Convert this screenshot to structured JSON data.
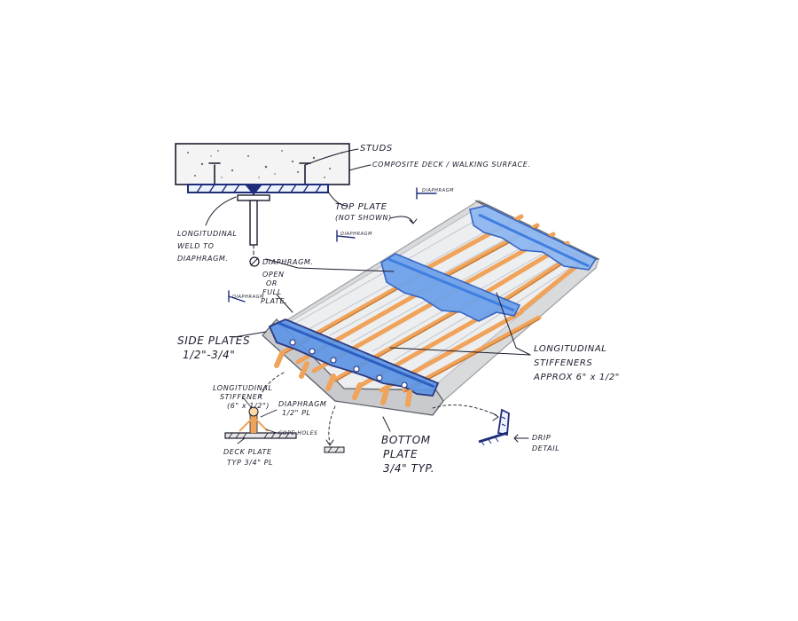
{
  "colors": {
    "ink": "#1b1b2e",
    "blue_ink": "#1e2d7a",
    "diaphragm_blue": "#3f7fe0",
    "diaphragm_light": "#8fb8f2",
    "stiffener_orange": "#f0a35a",
    "deck_grey": "#d9dadc",
    "panel_grey": "#eceef0"
  },
  "labels": {
    "studs": "STUDS",
    "composite_deck": "COMPOSITE DECK / WALKING SURFACE.",
    "top_plate": "TOP PLATE",
    "top_plate_sub": "(NOT SHOWN)",
    "longitudinal_weld": "LONGITUDINAL",
    "weld_line2": "WELD TO",
    "weld_line3": "DIAPHRAGM.",
    "diaphragm_center": "DIAPHRAGM.",
    "open_or_full_1": "OPEN",
    "open_or_full_2": "OR",
    "open_or_full_3": "FULL",
    "open_or_full_4": "PLATE.",
    "side_plates": "SIDE PLATES",
    "side_plates_dim": "1/2\"-3/4\"",
    "long_stiffeners_1": "LONGITUDINAL",
    "long_stiffeners_2": "STIFFENERS",
    "long_stiffeners_3": "APPROX 6\" x 1/2\"",
    "bottom_plate_1": "BOTTOM",
    "bottom_plate_2": "PLATE",
    "bottom_plate_3": "3/4\" TYP.",
    "drip_detail_1": "DRIP",
    "drip_detail_2": "DETAIL",
    "detail_stiffener_1": "LONGITUDINAL",
    "detail_stiffener_2": "STIFFENER",
    "detail_stiffener_3": "(6\" x 1/2\")",
    "detail_diaphragm_1": "DIAPHRAGM",
    "detail_diaphragm_2": "1/2\" PL",
    "cope_holes": "COPE HOLES",
    "deck_plate_1": "DECK PLATE",
    "deck_plate_2": "TYP 3/4\" PL",
    "diaphragm_tag": "DIAPHRAGM"
  }
}
